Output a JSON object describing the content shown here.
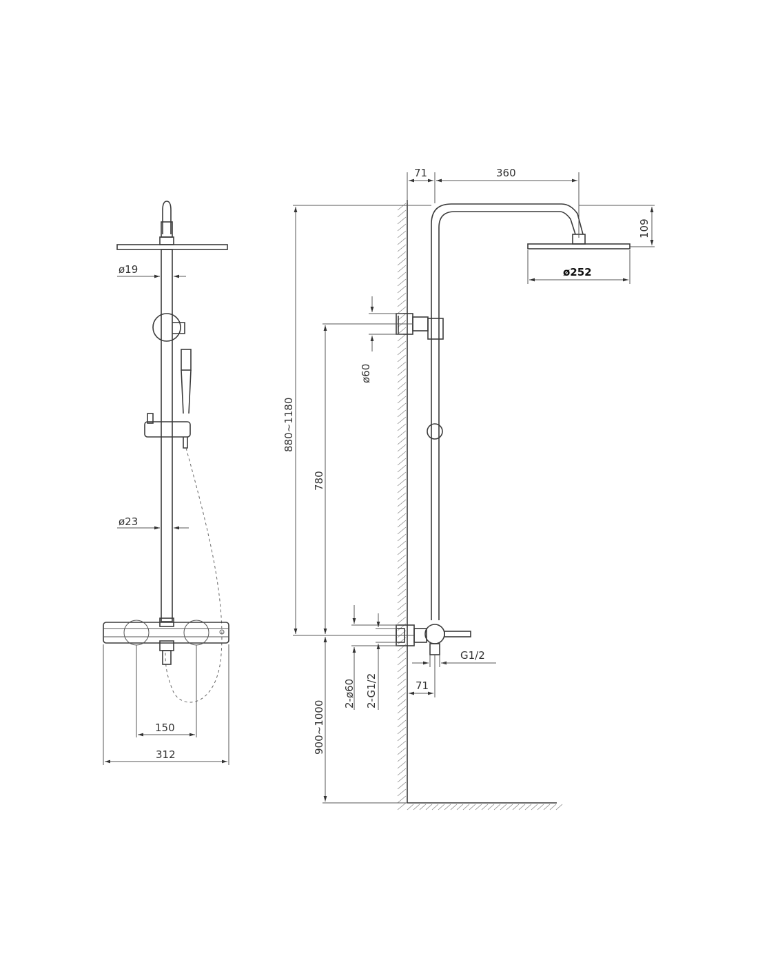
{
  "front_view": {
    "dim_d19": "ø19",
    "dim_d23": "ø23",
    "dim_150": "150",
    "dim_312": "312"
  },
  "side_view": {
    "dim_71_top": "71",
    "dim_360": "360",
    "dim_109": "109",
    "dim_d252": "ø252",
    "dim_d60": "ø60",
    "dim_880_1180": "880~1180",
    "dim_780": "780",
    "dim_900_1000": "900~1000",
    "dim_2_d60": "2-ø60",
    "dim_2_g12": "2-G1/2",
    "dim_g12": "G1/2",
    "dim_71_bottom": "71"
  }
}
